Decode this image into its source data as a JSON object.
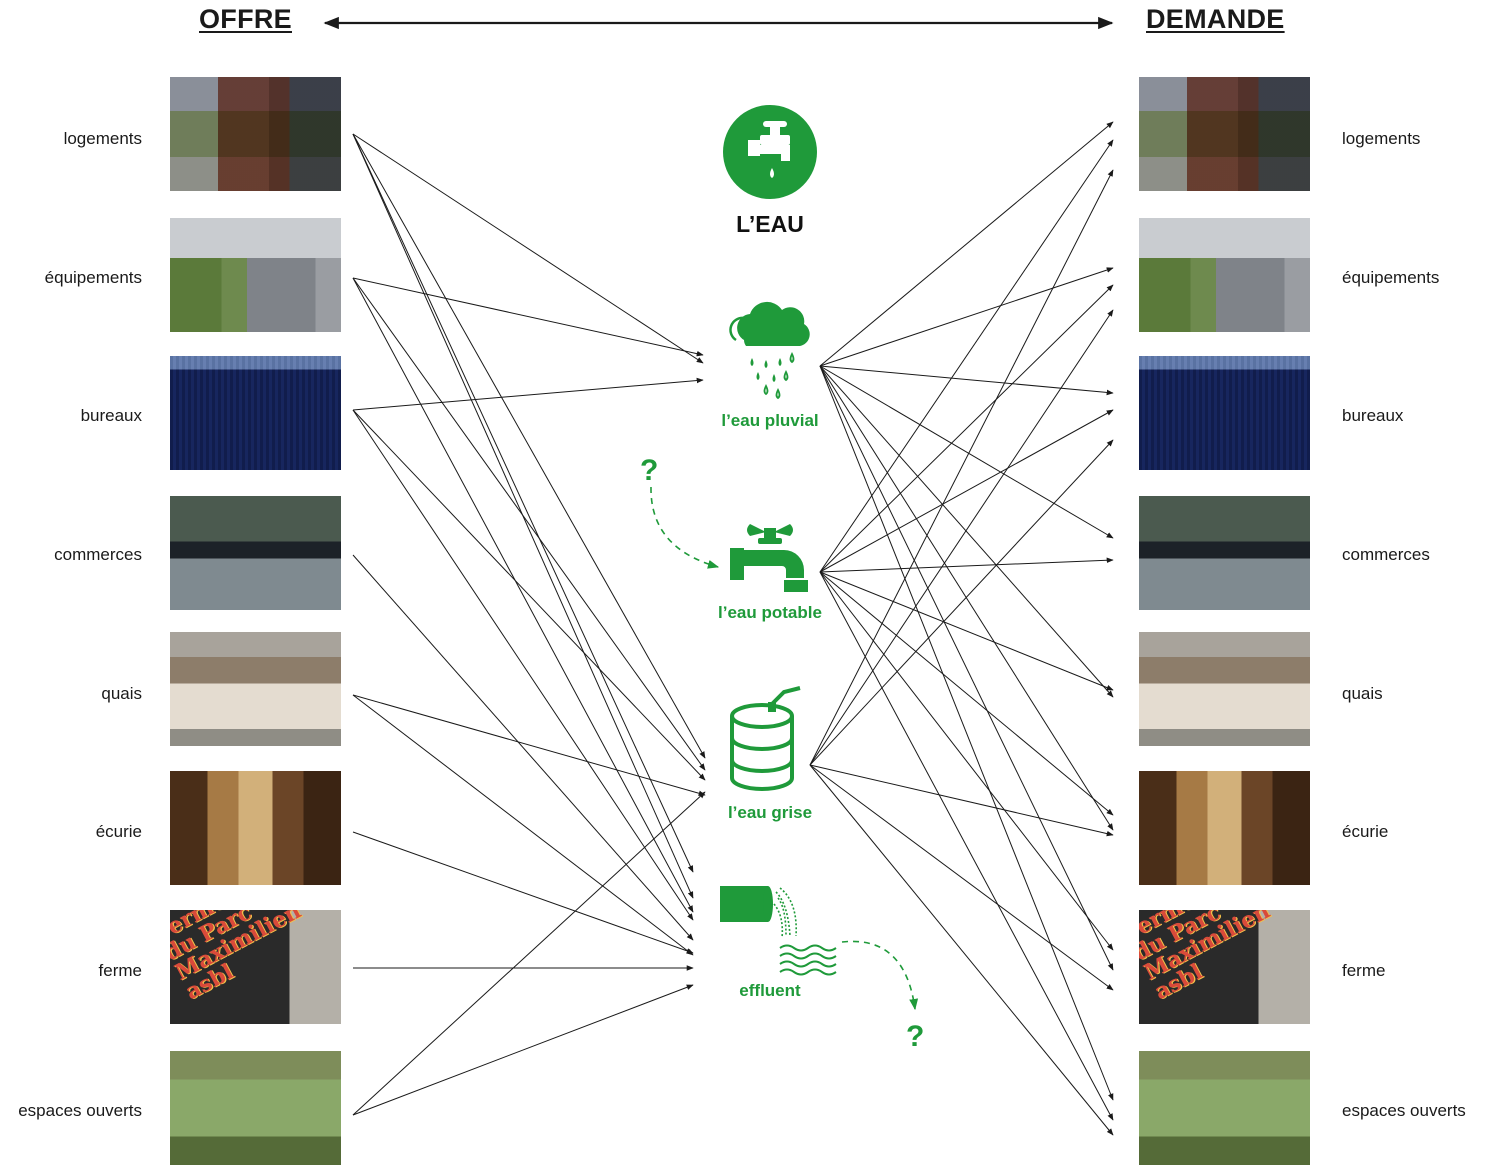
{
  "header": {
    "offre": "OFFRE",
    "demande": "DEMANDE"
  },
  "categories": [
    {
      "label": "logements",
      "photo_icon": "residential-buildings-photo"
    },
    {
      "label": "équipements",
      "photo_icon": "green-wall-building-photo"
    },
    {
      "label": "bureaux",
      "photo_icon": "office-tower-photo"
    },
    {
      "label": "commerces",
      "photo_icon": "shop-front-photo"
    },
    {
      "label": "quais",
      "photo_icon": "quay-sand-piles-photo"
    },
    {
      "label": "écurie",
      "photo_icon": "horse-stable-photo"
    },
    {
      "label": "ferme",
      "photo_icon": "farm-sign-photo"
    },
    {
      "label": "espaces ouverts",
      "photo_icon": "open-space-park-photo"
    }
  ],
  "ferme_sign": "Ferme du Parc Maximilien asbl",
  "title": {
    "icon": "tap-circle-icon",
    "label": "L’EAU"
  },
  "nodes": [
    {
      "key": "pluvial",
      "label": "l’eau pluvial",
      "icon": "rain-cloud-icon"
    },
    {
      "key": "potable",
      "label": "l’eau potable",
      "icon": "water-tap-icon"
    },
    {
      "key": "grise",
      "label": "l’eau grise",
      "icon": "barrel-tank-icon"
    },
    {
      "key": "effluent",
      "label": "effluent",
      "icon": "drain-pipe-icon"
    }
  ],
  "question_mark": "?",
  "colors": {
    "accent_green": "#1f9a3a",
    "arrow": "#1a1a1a"
  }
}
